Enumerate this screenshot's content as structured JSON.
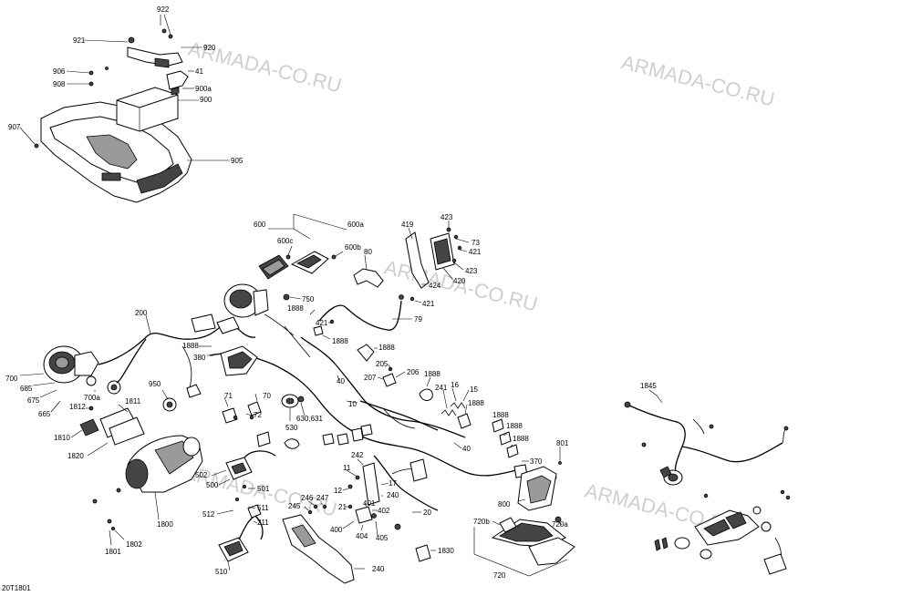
{
  "reference_code": "20T1801",
  "watermarks": [
    "ARMADA-CO.RU",
    "ARMADA-CO.RU",
    "ARMADA-CO.RU",
    "ARMADA-CO.RU",
    "ARMADA-CO.RU"
  ],
  "callouts": {
    "c922": "922",
    "c921": "921",
    "c920": "920",
    "c41": "41",
    "c906": "906",
    "c908": "908",
    "c900a": "900a",
    "c900": "900",
    "c907": "907",
    "c905": "905",
    "c600": "600",
    "c600a": "600a",
    "c600c": "600c",
    "c600b": "600b",
    "c80": "80",
    "c750": "750",
    "c1888a": "1888",
    "c421a": "421",
    "c1888b": "1888",
    "c1888c": "1888",
    "c79": "79",
    "c419": "419",
    "c423a": "423",
    "c73": "73",
    "c421b": "421",
    "c423b": "423",
    "c424": "424",
    "c420": "420",
    "c421c": "421",
    "c200": "200",
    "c1888d": "1888",
    "c380": "380",
    "c700": "700",
    "c685": "685",
    "c675": "675",
    "c665": "665",
    "c700a": "700a",
    "c950": "950",
    "c1811": "1811",
    "c1812": "1812",
    "c1810": "1810",
    "c1820": "1820",
    "c71": "71",
    "c70": "70",
    "c72": "72",
    "c530": "530",
    "c630": "630,631",
    "c40a": "40",
    "c205": "205",
    "c207": "207",
    "c206": "206",
    "c1888e": "1888",
    "c241": "241",
    "c16": "16",
    "c15": "15",
    "c1888f": "1888",
    "c10": "10",
    "c40b": "40",
    "c1888g": "1888",
    "c1888h": "1888",
    "c1888i": "1888",
    "c370": "370",
    "c801": "801",
    "c502": "502",
    "c500": "500",
    "c501": "501",
    "c512": "512",
    "c511": "511",
    "c211": "211",
    "c510": "510",
    "c1800": "1800",
    "c1801": "1801",
    "c1802": "1802",
    "c242": "242",
    "c11": "11",
    "c17": "17",
    "c12": "12",
    "c240a": "240",
    "c246": "246",
    "c247": "247",
    "c245": "245",
    "c21": "21",
    "c401": "401",
    "c402": "402",
    "c400": "400",
    "c404": "404",
    "c405": "405",
    "c20": "20",
    "c240b": "240",
    "c1830": "1830",
    "c800": "800",
    "c720b": "720b",
    "c720a": "720a",
    "c720": "720",
    "c1845": "1845"
  }
}
